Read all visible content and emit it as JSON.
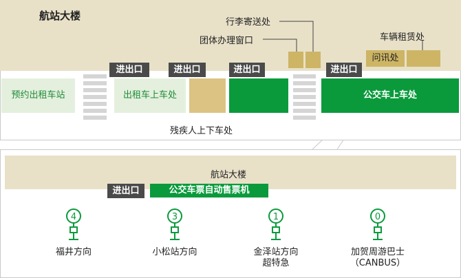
{
  "top": {
    "terminal": "航站大楼",
    "baggage": "行李寄送处",
    "group": "团体办理窗口",
    "car_rental": "车辆租赁处",
    "info": "问讯处",
    "reserve_taxi": "预约出租车站",
    "taxi": "出租车上车处",
    "accessible": "残疾人上下车处",
    "bus": "公交车上车处",
    "gates": [
      "进出口",
      "进出口",
      "进出口",
      "进出口"
    ]
  },
  "detail": {
    "terminal": "航站大楼",
    "gate": "进出口",
    "ticket_machine": "公交车票自动售票机",
    "stops": [
      {
        "num": "4",
        "line1": "福井方向",
        "line2": ""
      },
      {
        "num": "3",
        "line1": "小松站方向",
        "line2": ""
      },
      {
        "num": "1",
        "line1": "金泽站方向",
        "line2": "超特急"
      },
      {
        "num": "0",
        "line1": "加贺周游巴士",
        "line2": "（CANBUS）"
      }
    ]
  },
  "colors": {
    "green": "#0a9a3c",
    "tan": "#e8e1c8",
    "gate": "#4a4a4a"
  }
}
